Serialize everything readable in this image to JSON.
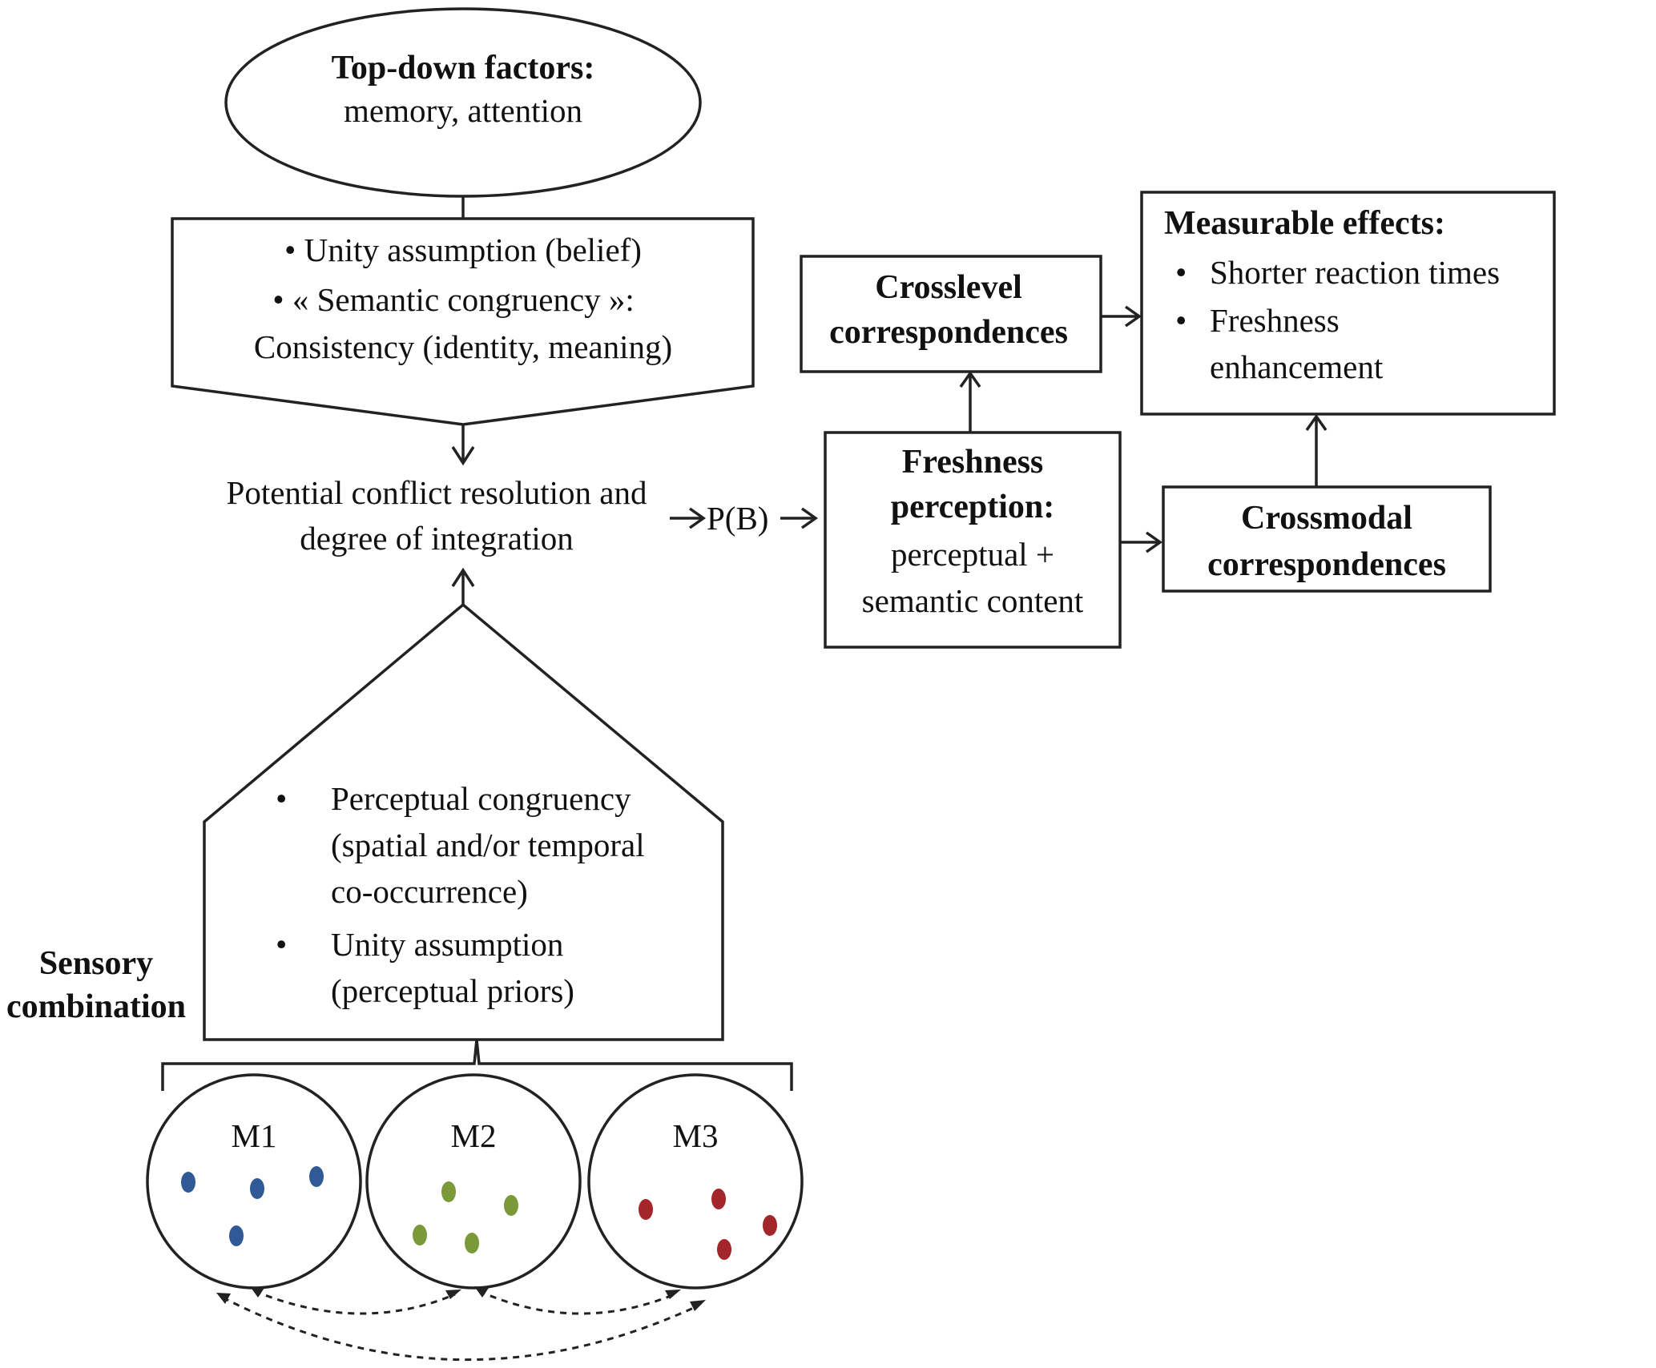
{
  "top_down": {
    "title": "Top-down factors:",
    "subtitle": "memory, attention"
  },
  "semantic_box": {
    "lines": [
      "• Unity assumption (belief)",
      "• « Semantic congruency »:",
      "Consistency (identity, meaning)"
    ]
  },
  "conflict": {
    "line1": "Potential conflict resolution and",
    "line2": "degree of integration"
  },
  "pb_label": "P(B)",
  "freshness": {
    "title1": "Freshness",
    "title2": "perception:",
    "body1": "perceptual +",
    "body2": "semantic content"
  },
  "crosslevel": {
    "line1": "Crosslevel",
    "line2": "correspondences"
  },
  "measurable": {
    "title": "Measurable effects:",
    "items": [
      "Shorter reaction times",
      "Freshness"
    ],
    "continuation": "enhancement",
    "bullet": "•"
  },
  "crossmodal": {
    "line1": "Crossmodal",
    "line2": "correspondences"
  },
  "perceptual_box": {
    "bullet": "•",
    "item1": [
      "Perceptual congruency",
      "(spatial and/or temporal",
      "co-occurrence)"
    ],
    "item2": [
      "Unity assumption",
      "(perceptual priors)"
    ]
  },
  "sensory_label": {
    "line1": "Sensory",
    "line2": "combination"
  },
  "modalities": [
    {
      "label": "M1",
      "color": "#2f5a96"
    },
    {
      "label": "M2",
      "color": "#7a9a3a"
    },
    {
      "label": "M3",
      "color": "#a3262a"
    }
  ]
}
